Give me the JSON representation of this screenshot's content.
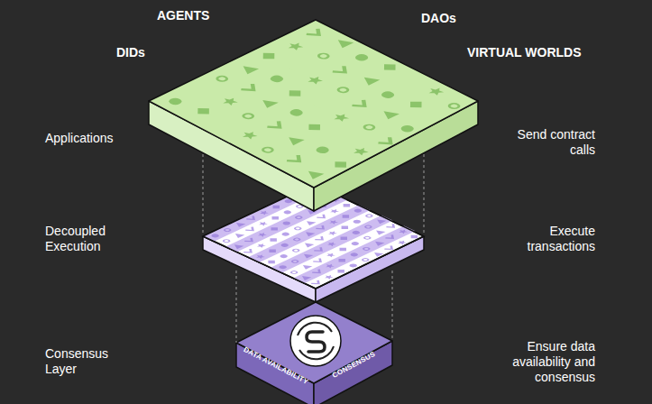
{
  "diagram": {
    "nodes": [
      {
        "text": [
          "DATA AVAILABILITY",
          "CONSENSUS"
        ]
      }
    ],
    "labels": [
      "AGENTS",
      "DAOs",
      "DIDs",
      "VIRTUAL WORLDS",
      "Applications",
      "Send contract calls",
      "Decoupled Execution",
      "Execute transactions",
      "Consensus Layer",
      "Ensure data availability and consensus"
    ]
  }
}
